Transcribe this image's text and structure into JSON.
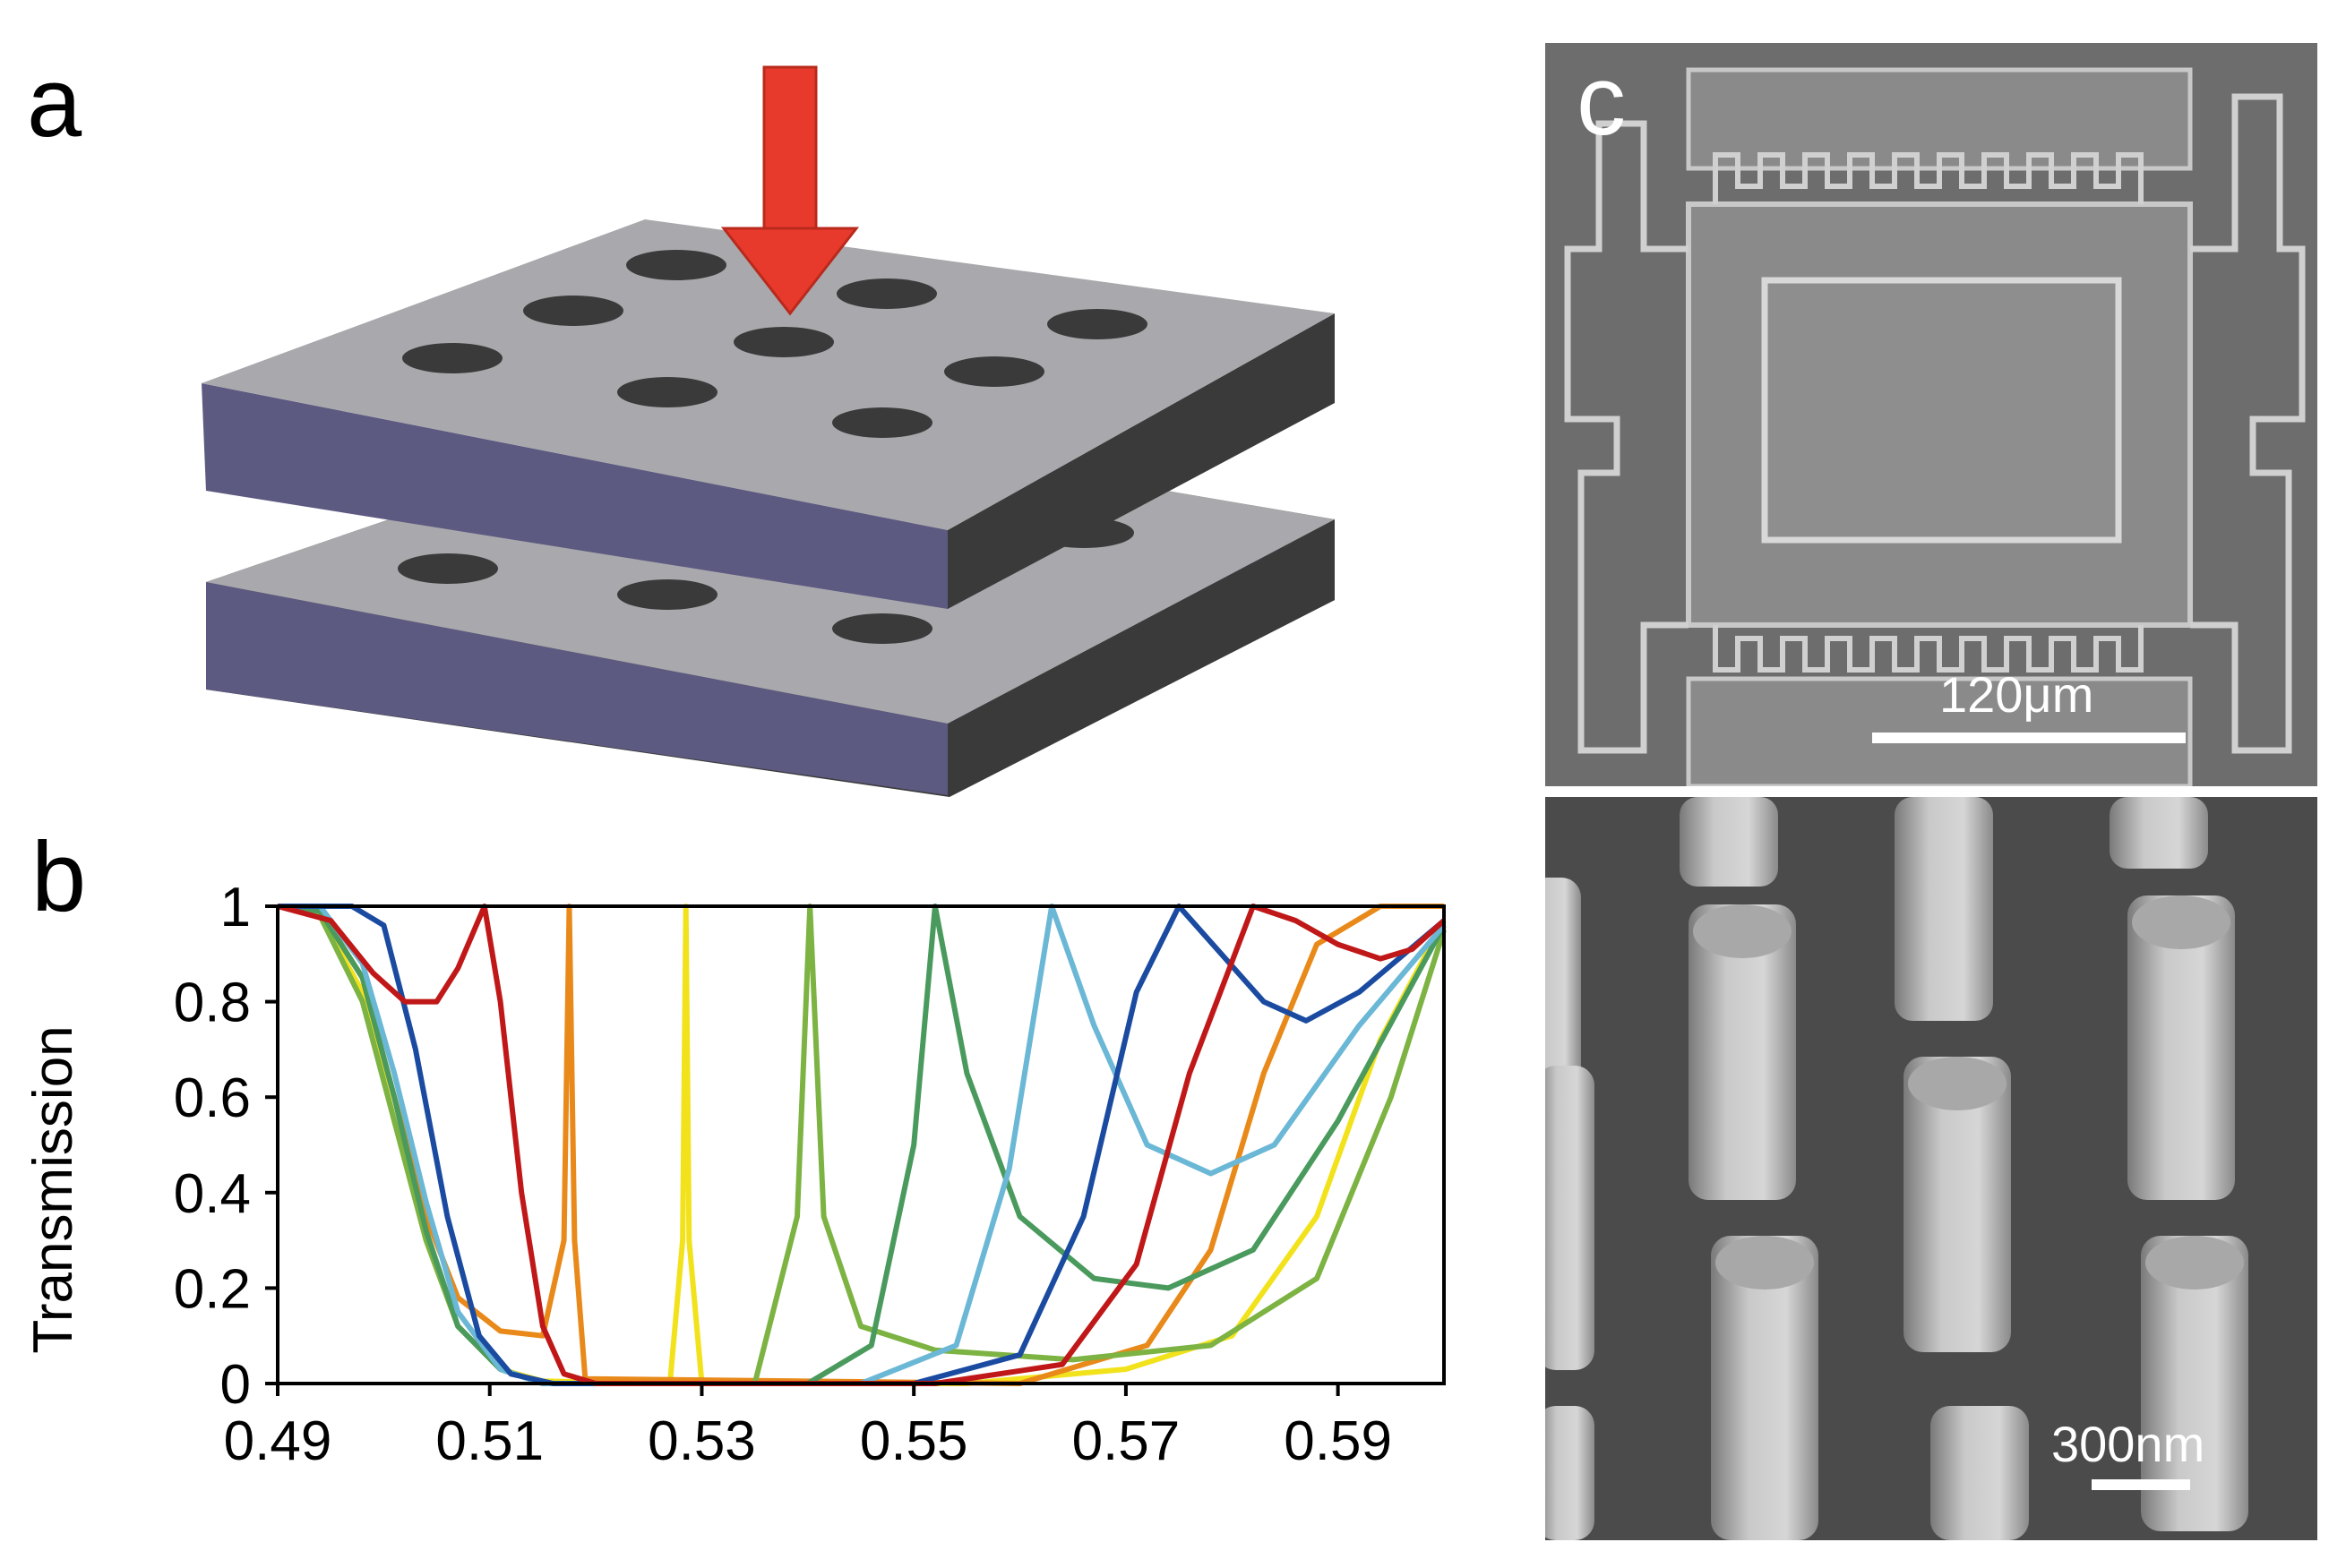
{
  "panels": {
    "a": {
      "label": "a"
    },
    "b": {
      "label": "b"
    },
    "c": {
      "label": "c",
      "scale_top": "120μm",
      "scale_bottom": "300nm"
    }
  },
  "colors": {
    "arrow": "#e83a2c",
    "slab_top": "#a9a9ad",
    "slab_front": "#5c5a80",
    "slab_side": "#3a3a3a",
    "hole": "#3a3a3a"
  },
  "chart_data": {
    "type": "line",
    "title": "",
    "xlabel": "",
    "ylabel": "Transmission",
    "xlim": [
      0.49,
      0.6
    ],
    "ylim": [
      0,
      1
    ],
    "xticks": [
      "0.49",
      "0.51",
      "0.53",
      "0.55",
      "0.57",
      "0.59"
    ],
    "yticks": [
      "0",
      "0.2",
      "0.4",
      "0.6",
      "0.8",
      "1"
    ],
    "grid": false,
    "series": [
      {
        "color": "#f2e21c",
        "points": [
          [
            0.49,
            1
          ],
          [
            0.494,
            0.98
          ],
          [
            0.498,
            0.82
          ],
          [
            0.501,
            0.55
          ],
          [
            0.504,
            0.3
          ],
          [
            0.507,
            0.12
          ],
          [
            0.511,
            0.03
          ],
          [
            0.515,
            0.005
          ],
          [
            0.527,
            0
          ],
          [
            0.5282,
            0.3
          ],
          [
            0.5285,
            1
          ],
          [
            0.5288,
            0.3
          ],
          [
            0.53,
            0
          ],
          [
            0.555,
            0
          ],
          [
            0.57,
            0.03
          ],
          [
            0.58,
            0.1
          ],
          [
            0.588,
            0.35
          ],
          [
            0.594,
            0.72
          ],
          [
            0.6,
            0.97
          ]
        ]
      },
      {
        "color": "#e8891a",
        "points": [
          [
            0.49,
            1
          ],
          [
            0.494,
            0.99
          ],
          [
            0.498,
            0.85
          ],
          [
            0.501,
            0.6
          ],
          [
            0.504,
            0.35
          ],
          [
            0.507,
            0.18
          ],
          [
            0.511,
            0.11
          ],
          [
            0.515,
            0.1
          ],
          [
            0.517,
            0.3
          ],
          [
            0.5175,
            1
          ],
          [
            0.518,
            0.3
          ],
          [
            0.519,
            0.01
          ],
          [
            0.56,
            0
          ],
          [
            0.572,
            0.08
          ],
          [
            0.578,
            0.28
          ],
          [
            0.583,
            0.65
          ],
          [
            0.588,
            0.92
          ],
          [
            0.594,
            1
          ],
          [
            0.6,
            1
          ]
        ]
      },
      {
        "color": "#7cb342",
        "points": [
          [
            0.49,
            1
          ],
          [
            0.494,
            0.98
          ],
          [
            0.498,
            0.8
          ],
          [
            0.501,
            0.55
          ],
          [
            0.504,
            0.3
          ],
          [
            0.507,
            0.12
          ],
          [
            0.511,
            0.03
          ],
          [
            0.515,
            0
          ],
          [
            0.535,
            0
          ],
          [
            0.539,
            0.35
          ],
          [
            0.5402,
            1
          ],
          [
            0.5415,
            0.35
          ],
          [
            0.545,
            0.12
          ],
          [
            0.552,
            0.07
          ],
          [
            0.565,
            0.05
          ],
          [
            0.578,
            0.08
          ],
          [
            0.588,
            0.22
          ],
          [
            0.595,
            0.6
          ],
          [
            0.6,
            0.95
          ]
        ]
      },
      {
        "color": "#4a9a5e",
        "points": [
          [
            0.49,
            1
          ],
          [
            0.494,
            0.99
          ],
          [
            0.498,
            0.85
          ],
          [
            0.501,
            0.6
          ],
          [
            0.504,
            0.32
          ],
          [
            0.507,
            0.12
          ],
          [
            0.511,
            0.03
          ],
          [
            0.515,
            0
          ],
          [
            0.54,
            0
          ],
          [
            0.546,
            0.08
          ],
          [
            0.55,
            0.5
          ],
          [
            0.552,
            1
          ],
          [
            0.555,
            0.65
          ],
          [
            0.56,
            0.35
          ],
          [
            0.567,
            0.22
          ],
          [
            0.574,
            0.2
          ],
          [
            0.582,
            0.28
          ],
          [
            0.59,
            0.55
          ],
          [
            0.6,
            0.96
          ]
        ]
      },
      {
        "color": "#6ab7d6",
        "points": [
          [
            0.49,
            1
          ],
          [
            0.494,
            1
          ],
          [
            0.498,
            0.88
          ],
          [
            0.501,
            0.65
          ],
          [
            0.504,
            0.38
          ],
          [
            0.507,
            0.15
          ],
          [
            0.511,
            0.03
          ],
          [
            0.515,
            0
          ],
          [
            0.545,
            0
          ],
          [
            0.554,
            0.08
          ],
          [
            0.559,
            0.45
          ],
          [
            0.563,
            1
          ],
          [
            0.567,
            0.75
          ],
          [
            0.572,
            0.5
          ],
          [
            0.578,
            0.44
          ],
          [
            0.584,
            0.5
          ],
          [
            0.592,
            0.75
          ],
          [
            0.6,
            0.96
          ]
        ]
      },
      {
        "color": "#1a4ba0",
        "points": [
          [
            0.49,
            1
          ],
          [
            0.497,
            1
          ],
          [
            0.5,
            0.96
          ],
          [
            0.503,
            0.7
          ],
          [
            0.506,
            0.35
          ],
          [
            0.509,
            0.1
          ],
          [
            0.512,
            0.02
          ],
          [
            0.516,
            0
          ],
          [
            0.55,
            0
          ],
          [
            0.56,
            0.06
          ],
          [
            0.566,
            0.35
          ],
          [
            0.571,
            0.82
          ],
          [
            0.575,
            1
          ],
          [
            0.579,
            0.9
          ],
          [
            0.583,
            0.8
          ],
          [
            0.587,
            0.76
          ],
          [
            0.592,
            0.82
          ],
          [
            0.6,
            0.97
          ]
        ]
      },
      {
        "color": "#c01818",
        "points": [
          [
            0.49,
            1
          ],
          [
            0.495,
            0.97
          ],
          [
            0.499,
            0.86
          ],
          [
            0.502,
            0.8
          ],
          [
            0.505,
            0.8
          ],
          [
            0.507,
            0.87
          ],
          [
            0.5095,
            1
          ],
          [
            0.511,
            0.8
          ],
          [
            0.513,
            0.4
          ],
          [
            0.515,
            0.12
          ],
          [
            0.517,
            0.02
          ],
          [
            0.52,
            0
          ],
          [
            0.552,
            0
          ],
          [
            0.564,
            0.04
          ],
          [
            0.571,
            0.25
          ],
          [
            0.576,
            0.65
          ],
          [
            0.582,
            1
          ],
          [
            0.586,
            0.97
          ],
          [
            0.59,
            0.92
          ],
          [
            0.594,
            0.89
          ],
          [
            0.597,
            0.91
          ],
          [
            0.6,
            0.97
          ]
        ]
      }
    ]
  }
}
